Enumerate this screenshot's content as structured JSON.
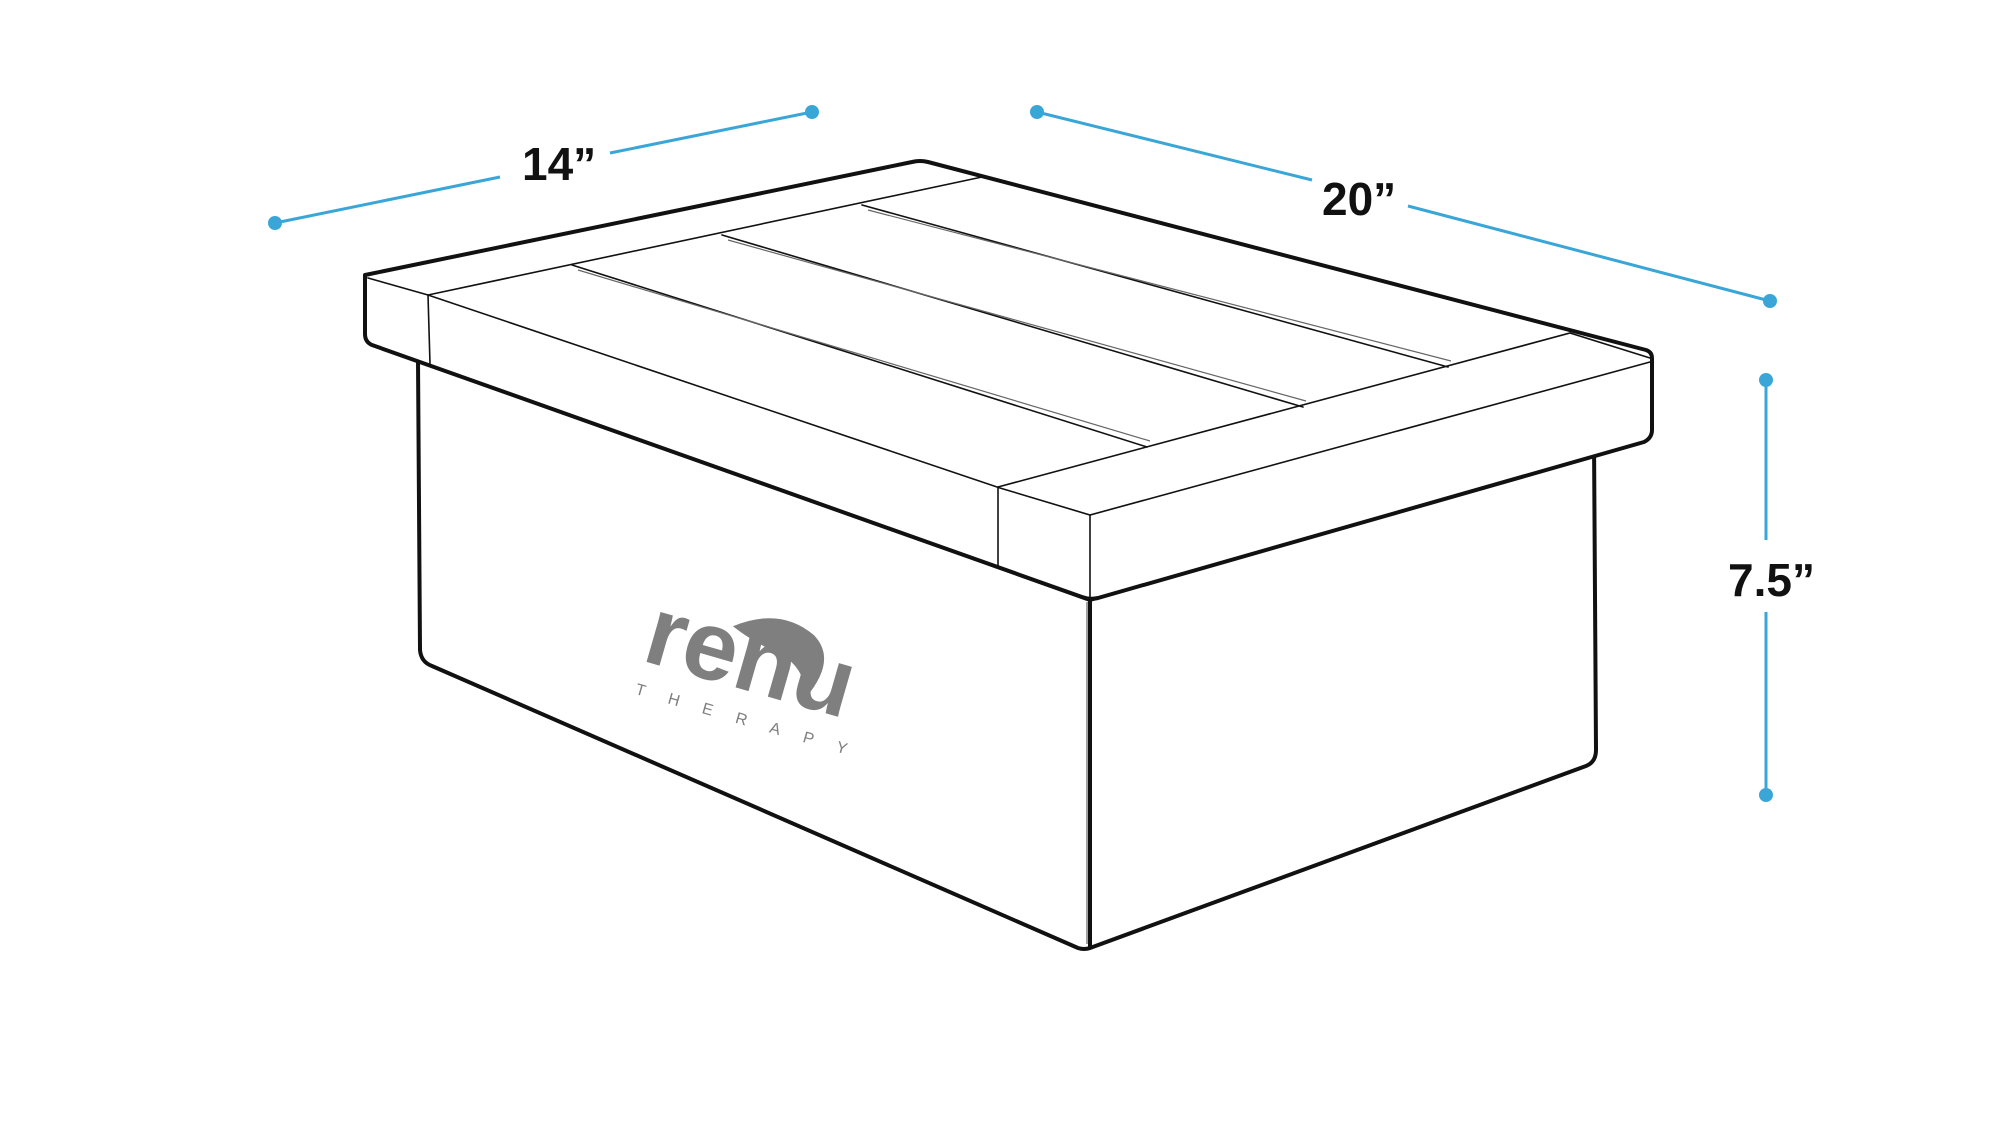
{
  "dimensions": {
    "width": "14”",
    "length": "20”",
    "height": "7.5”"
  },
  "logo": {
    "name": "renu",
    "tagline": "THERAPY"
  },
  "colors": {
    "dimension_line": "#3aa6d8",
    "outline": "#111111",
    "logo": "#7f7f7f"
  }
}
